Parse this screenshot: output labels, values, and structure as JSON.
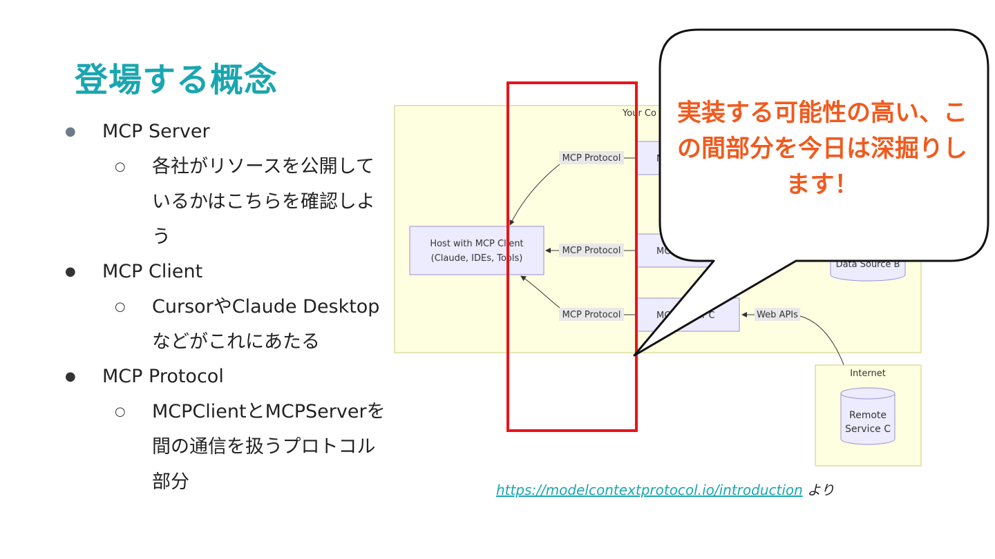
{
  "slide": {
    "title": "登場する概念",
    "bullets": [
      {
        "label": "MCP Server",
        "sub": "各社がリソースを公開しているかはこちらを確認しよう"
      },
      {
        "label": "MCP Client",
        "sub": "CursorやClaude Desktopなどがこれにあたる"
      },
      {
        "label": "MCP Protocol",
        "sub": "MCPClientとMCPServerを間の通信を扱うプロトコル部分"
      }
    ],
    "callout": "実装する可能性の高い、この間部分を今日は深掘りします！",
    "source_link": "https://modelcontextprotocol.io/introduction",
    "source_suffix": " より"
  },
  "diagram": {
    "your_computer_label": "Your Co",
    "host": {
      "line1": "Host with MCP Client",
      "line2": "(Claude, IDEs, Tools)"
    },
    "protocol_label_1": "MCP Protocol",
    "protocol_label_2": "MCP Protocol",
    "protocol_label_3": "MCP Protocol",
    "server_a_partial": "M",
    "server_b_partial": "MC",
    "server_c_partial": "MC",
    "server_c_tail": "er C",
    "data_source_b": "Data Source B",
    "web_apis": "Web APIs",
    "internet": "Internet",
    "remote_line1": "Remote",
    "remote_line2": "Service C"
  },
  "colors": {
    "accent": "#1aa6b0",
    "highlight": "#e8141a",
    "callout_text": "#f05a1e"
  }
}
